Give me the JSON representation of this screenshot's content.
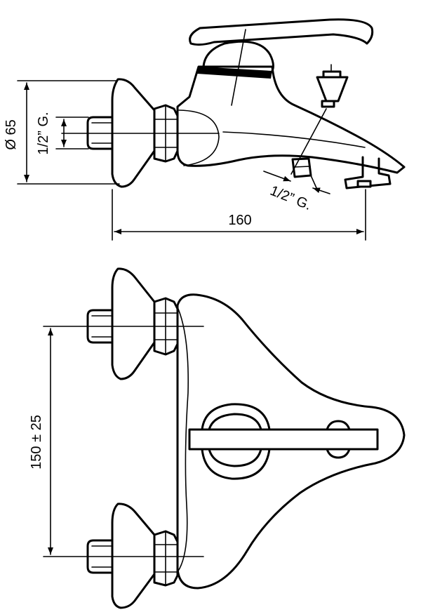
{
  "dimensions": {
    "diameter": "Ø 65",
    "inlet_thread": "1/2” G.",
    "outlet_thread": "1/2” G.",
    "length": "160",
    "center_distance": "150 ± 25"
  },
  "colors": {
    "line": "#000000",
    "background": "#ffffff"
  }
}
